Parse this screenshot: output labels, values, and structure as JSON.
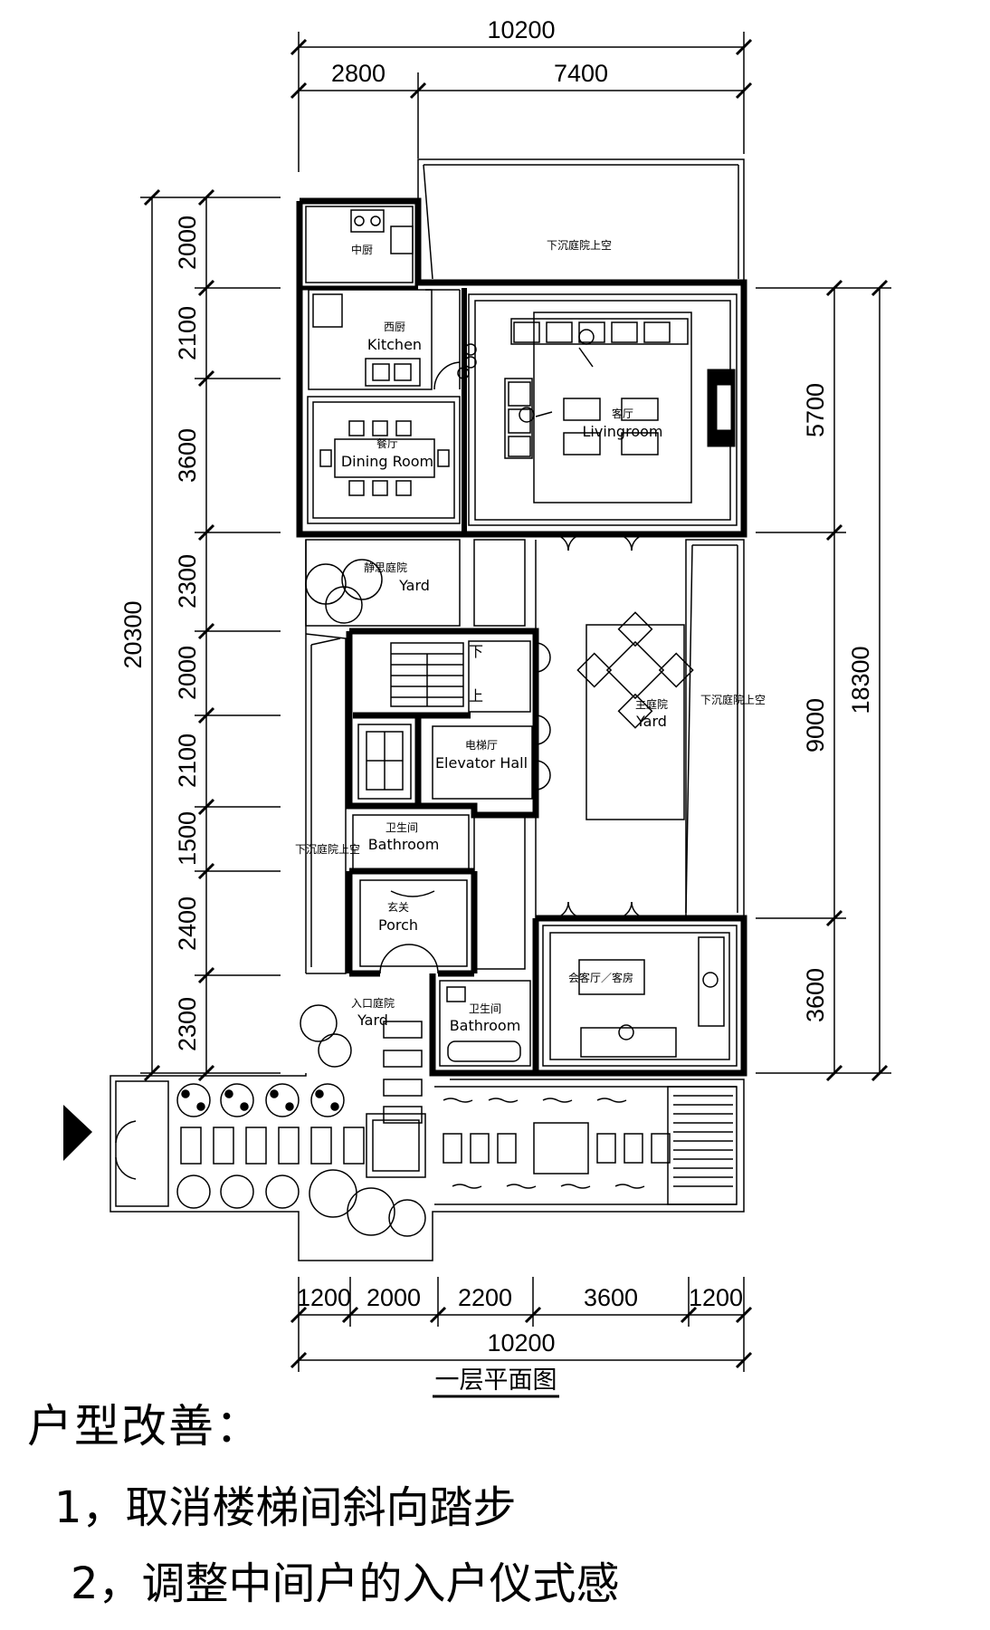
{
  "dimensions": {
    "top_total": "10200",
    "top_left": "2800",
    "top_right": "7400",
    "left_total": "20300",
    "left_segments": [
      "2000",
      "2100",
      "3600",
      "2300",
      "2000",
      "2100",
      "1500",
      "2400",
      "2300"
    ],
    "right_total": "18300",
    "right_segments": [
      "5700",
      "9000",
      "3600"
    ],
    "bottom_segments": [
      "1200",
      "2000",
      "2200",
      "3600",
      "1200"
    ],
    "bottom_total": "10200"
  },
  "rooms": {
    "sunken_top": "下沉庭院上空",
    "chinese_kitchen": "中厨",
    "western_kitchen_cn": "西厨",
    "kitchen_en": "Kitchen",
    "dining_cn": "餐厅",
    "dining_en": "Dining Room",
    "living_cn": "客厅",
    "living_en": "Livingroom",
    "quiet_yard_cn": "静思庭院",
    "quiet_yard_en": "Yard",
    "stair_down": "下",
    "stair_up": "上",
    "main_yard_cn": "主庭院",
    "main_yard_en": "Yard",
    "sunken_right": "下沉庭院上空",
    "elevator_cn": "电梯厅",
    "elevator_en": "Elevator Hall",
    "bath1_cn": "卫生间",
    "bath1_en": "Bathroom",
    "sunken_left": "下沉庭院上空",
    "porch_cn": "玄关",
    "porch_en": "Porch",
    "entry_yard_cn": "入口庭院",
    "entry_yard_en": "Yard",
    "bath2_cn": "卫生间",
    "bath2_en": "Bathroom",
    "guest_cn": "会客厅／客房"
  },
  "plan_title": "一层平面图",
  "notes": {
    "heading": "户型改善：",
    "item1": "1，取消楼梯间斜向踏步",
    "item2": "2，调整中间户的入户仪式感"
  }
}
